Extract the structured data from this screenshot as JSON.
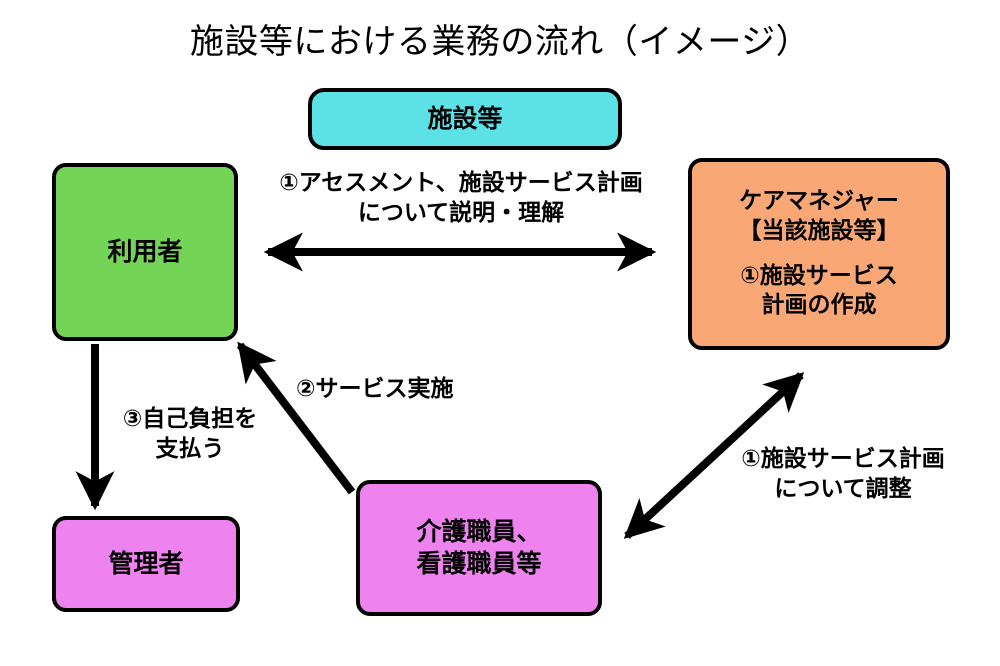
{
  "title": "施設等における業務の流れ（イメージ）",
  "colors": {
    "facility": "#5BE1E6",
    "user": "#74D456",
    "caremanager": "#F9A875",
    "manager": "#EE82EE",
    "staff": "#EE82EE",
    "stroke": "#000000",
    "background": "#FFFFFF"
  },
  "nodes": {
    "facility": {
      "label": "施設等"
    },
    "user": {
      "label": "利用者"
    },
    "caremanager": {
      "line1": "ケアマネジャー",
      "line2": "【当該施設等】",
      "line3": "①施設サービス",
      "line4": "計画の作成"
    },
    "manager": {
      "label": "管理者"
    },
    "staff": {
      "line1": "介護職員、",
      "line2": "看護職員等"
    }
  },
  "edges": {
    "assessment": {
      "line1": "①アセスメント、施設サービス計画",
      "line2": "について説明・理解",
      "arrow": "double-headed-horizontal"
    },
    "service": {
      "line1": "②サービス実施",
      "arrow": "single-headed-diagonal-up-left"
    },
    "payment": {
      "line1": "③自己負担を",
      "line2": "支払う",
      "arrow": "single-headed-vertical-down"
    },
    "adjust": {
      "line1": "①施設サービス計画",
      "line2": "について調整",
      "arrow": "double-headed-diagonal"
    }
  }
}
